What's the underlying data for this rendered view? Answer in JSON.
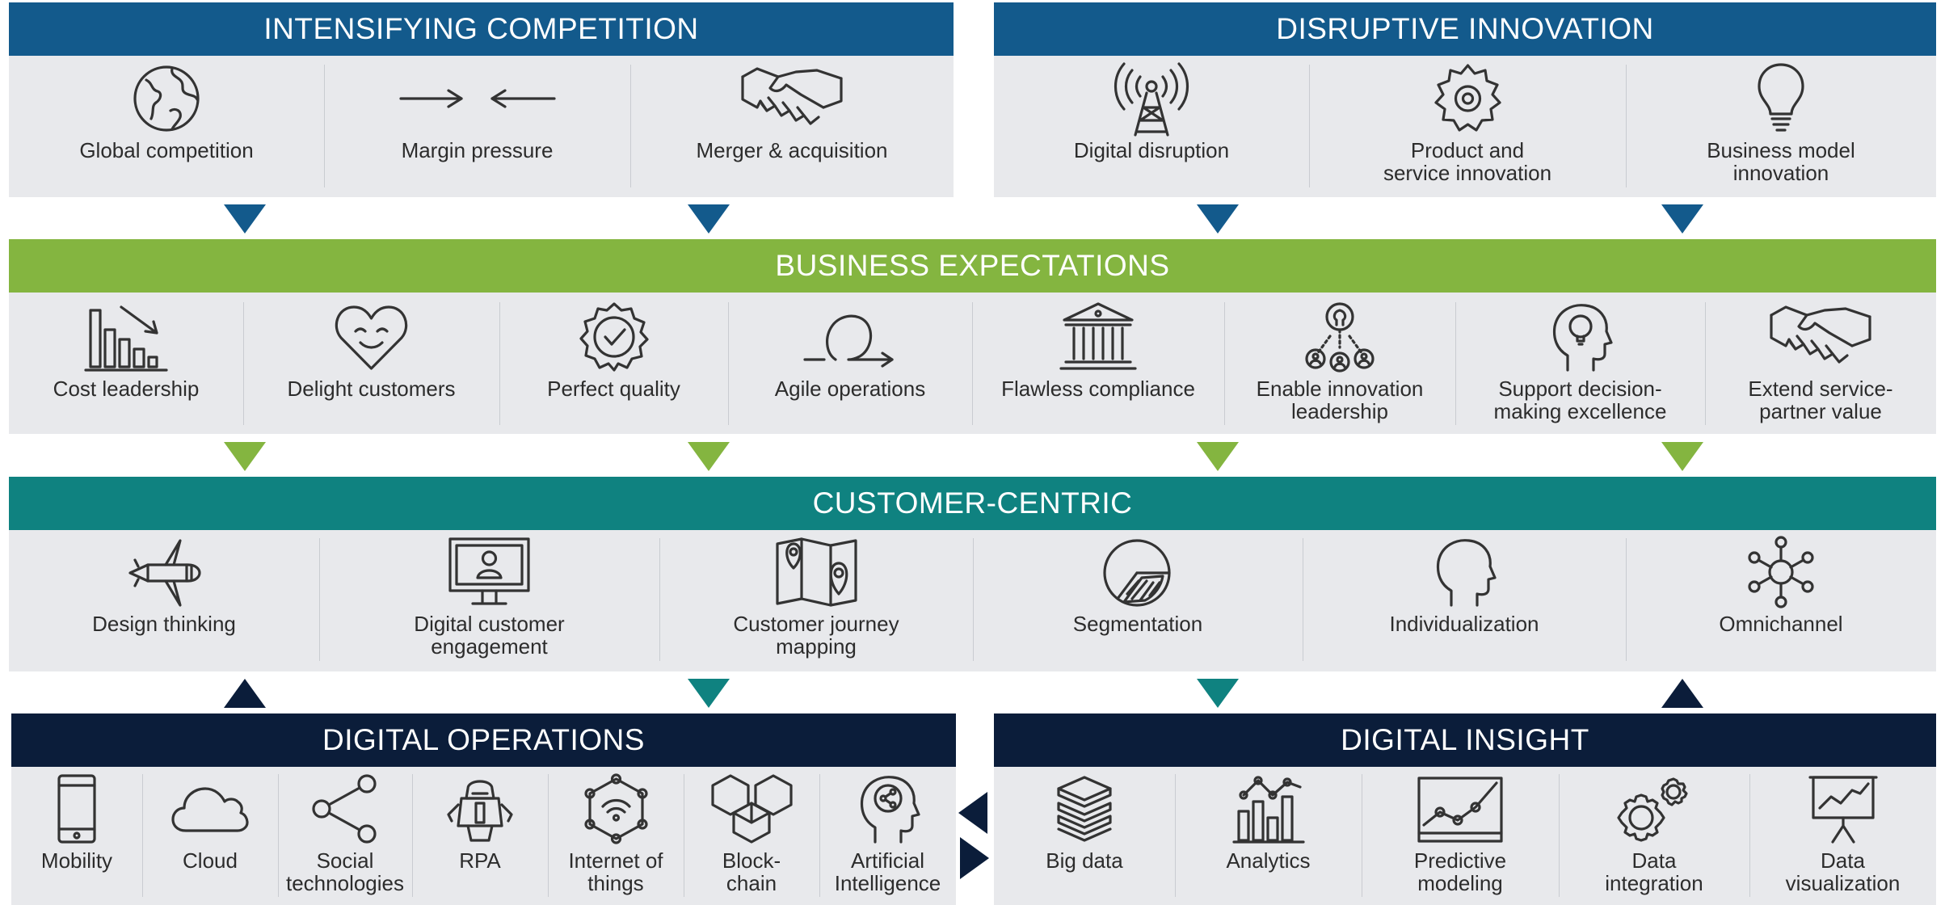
{
  "colors": {
    "top_band": "#135a8c",
    "expectations_band": "#84b540",
    "customer_band": "#0f8280",
    "digital_band": "#0b1d3a",
    "panel": "#e8e9ec"
  },
  "competition": {
    "title": "INTENSIFYING COMPETITION",
    "items": [
      {
        "label": "Global competition",
        "icon": "globe-icon"
      },
      {
        "label": "Margin pressure",
        "icon": "opposing-arrows-icon"
      },
      {
        "label": "Merger & acquisition",
        "icon": "handshake-icon"
      }
    ]
  },
  "innovation": {
    "title": "DISRUPTIVE INNOVATION",
    "items": [
      {
        "label": "Digital disruption",
        "icon": "antenna-tower-icon"
      },
      {
        "label": "Product and\nservice innovation",
        "icon": "gear-badge-icon"
      },
      {
        "label": "Business model\ninnovation",
        "icon": "lightbulb-icon"
      }
    ]
  },
  "expectations": {
    "title": "BUSINESS EXPECTATIONS",
    "items": [
      {
        "label": "Cost leadership",
        "icon": "declining-bars-icon"
      },
      {
        "label": "Delight customers",
        "icon": "smiling-heart-icon"
      },
      {
        "label": "Perfect quality",
        "icon": "quality-seal-icon"
      },
      {
        "label": "Agile operations",
        "icon": "loop-arrow-icon"
      },
      {
        "label": "Flawless compliance",
        "icon": "institution-icon"
      },
      {
        "label": "Enable innovation\nleadership",
        "icon": "innovation-network-icon"
      },
      {
        "label": "Support decision-\nmaking excellence",
        "icon": "head-bulb-icon"
      },
      {
        "label": "Extend service-\npartner value",
        "icon": "handshake-icon"
      }
    ]
  },
  "customer": {
    "title": "CUSTOMER-CENTRIC",
    "items": [
      {
        "label": "Design thinking",
        "icon": "pencil-plane-icon"
      },
      {
        "label": "Digital customer\nengagement",
        "icon": "monitor-user-icon"
      },
      {
        "label": "Customer journey\nmapping",
        "icon": "map-pins-icon"
      },
      {
        "label": "Segmentation",
        "icon": "pie-segment-icon"
      },
      {
        "label": "Individualization",
        "icon": "head-profile-icon"
      },
      {
        "label": "Omnichannel",
        "icon": "hub-network-icon"
      }
    ]
  },
  "operations": {
    "title": "DIGITAL OPERATIONS",
    "items": [
      {
        "label": "Mobility",
        "icon": "smartphone-icon"
      },
      {
        "label": "Cloud",
        "icon": "cloud-icon"
      },
      {
        "label": "Social\ntechnologies",
        "icon": "share-nodes-icon"
      },
      {
        "label": "RPA",
        "icon": "robot-icon"
      },
      {
        "label": "Internet of\nthings",
        "icon": "iot-wifi-icon"
      },
      {
        "label": "Block-\nchain",
        "icon": "blockchain-cubes-icon"
      },
      {
        "label": "Artificial\nIntelligence",
        "icon": "ai-head-icon"
      }
    ]
  },
  "insight": {
    "title": "DIGITAL INSIGHT",
    "items": [
      {
        "label": "Big data",
        "icon": "data-stack-icon"
      },
      {
        "label": "Analytics",
        "icon": "analytics-chart-icon"
      },
      {
        "label": "Predictive\nmodeling",
        "icon": "line-chart-frame-icon"
      },
      {
        "label": "Data\nintegration",
        "icon": "gears-icon"
      },
      {
        "label": "Data\nvisualization",
        "icon": "presentation-board-icon"
      }
    ]
  }
}
